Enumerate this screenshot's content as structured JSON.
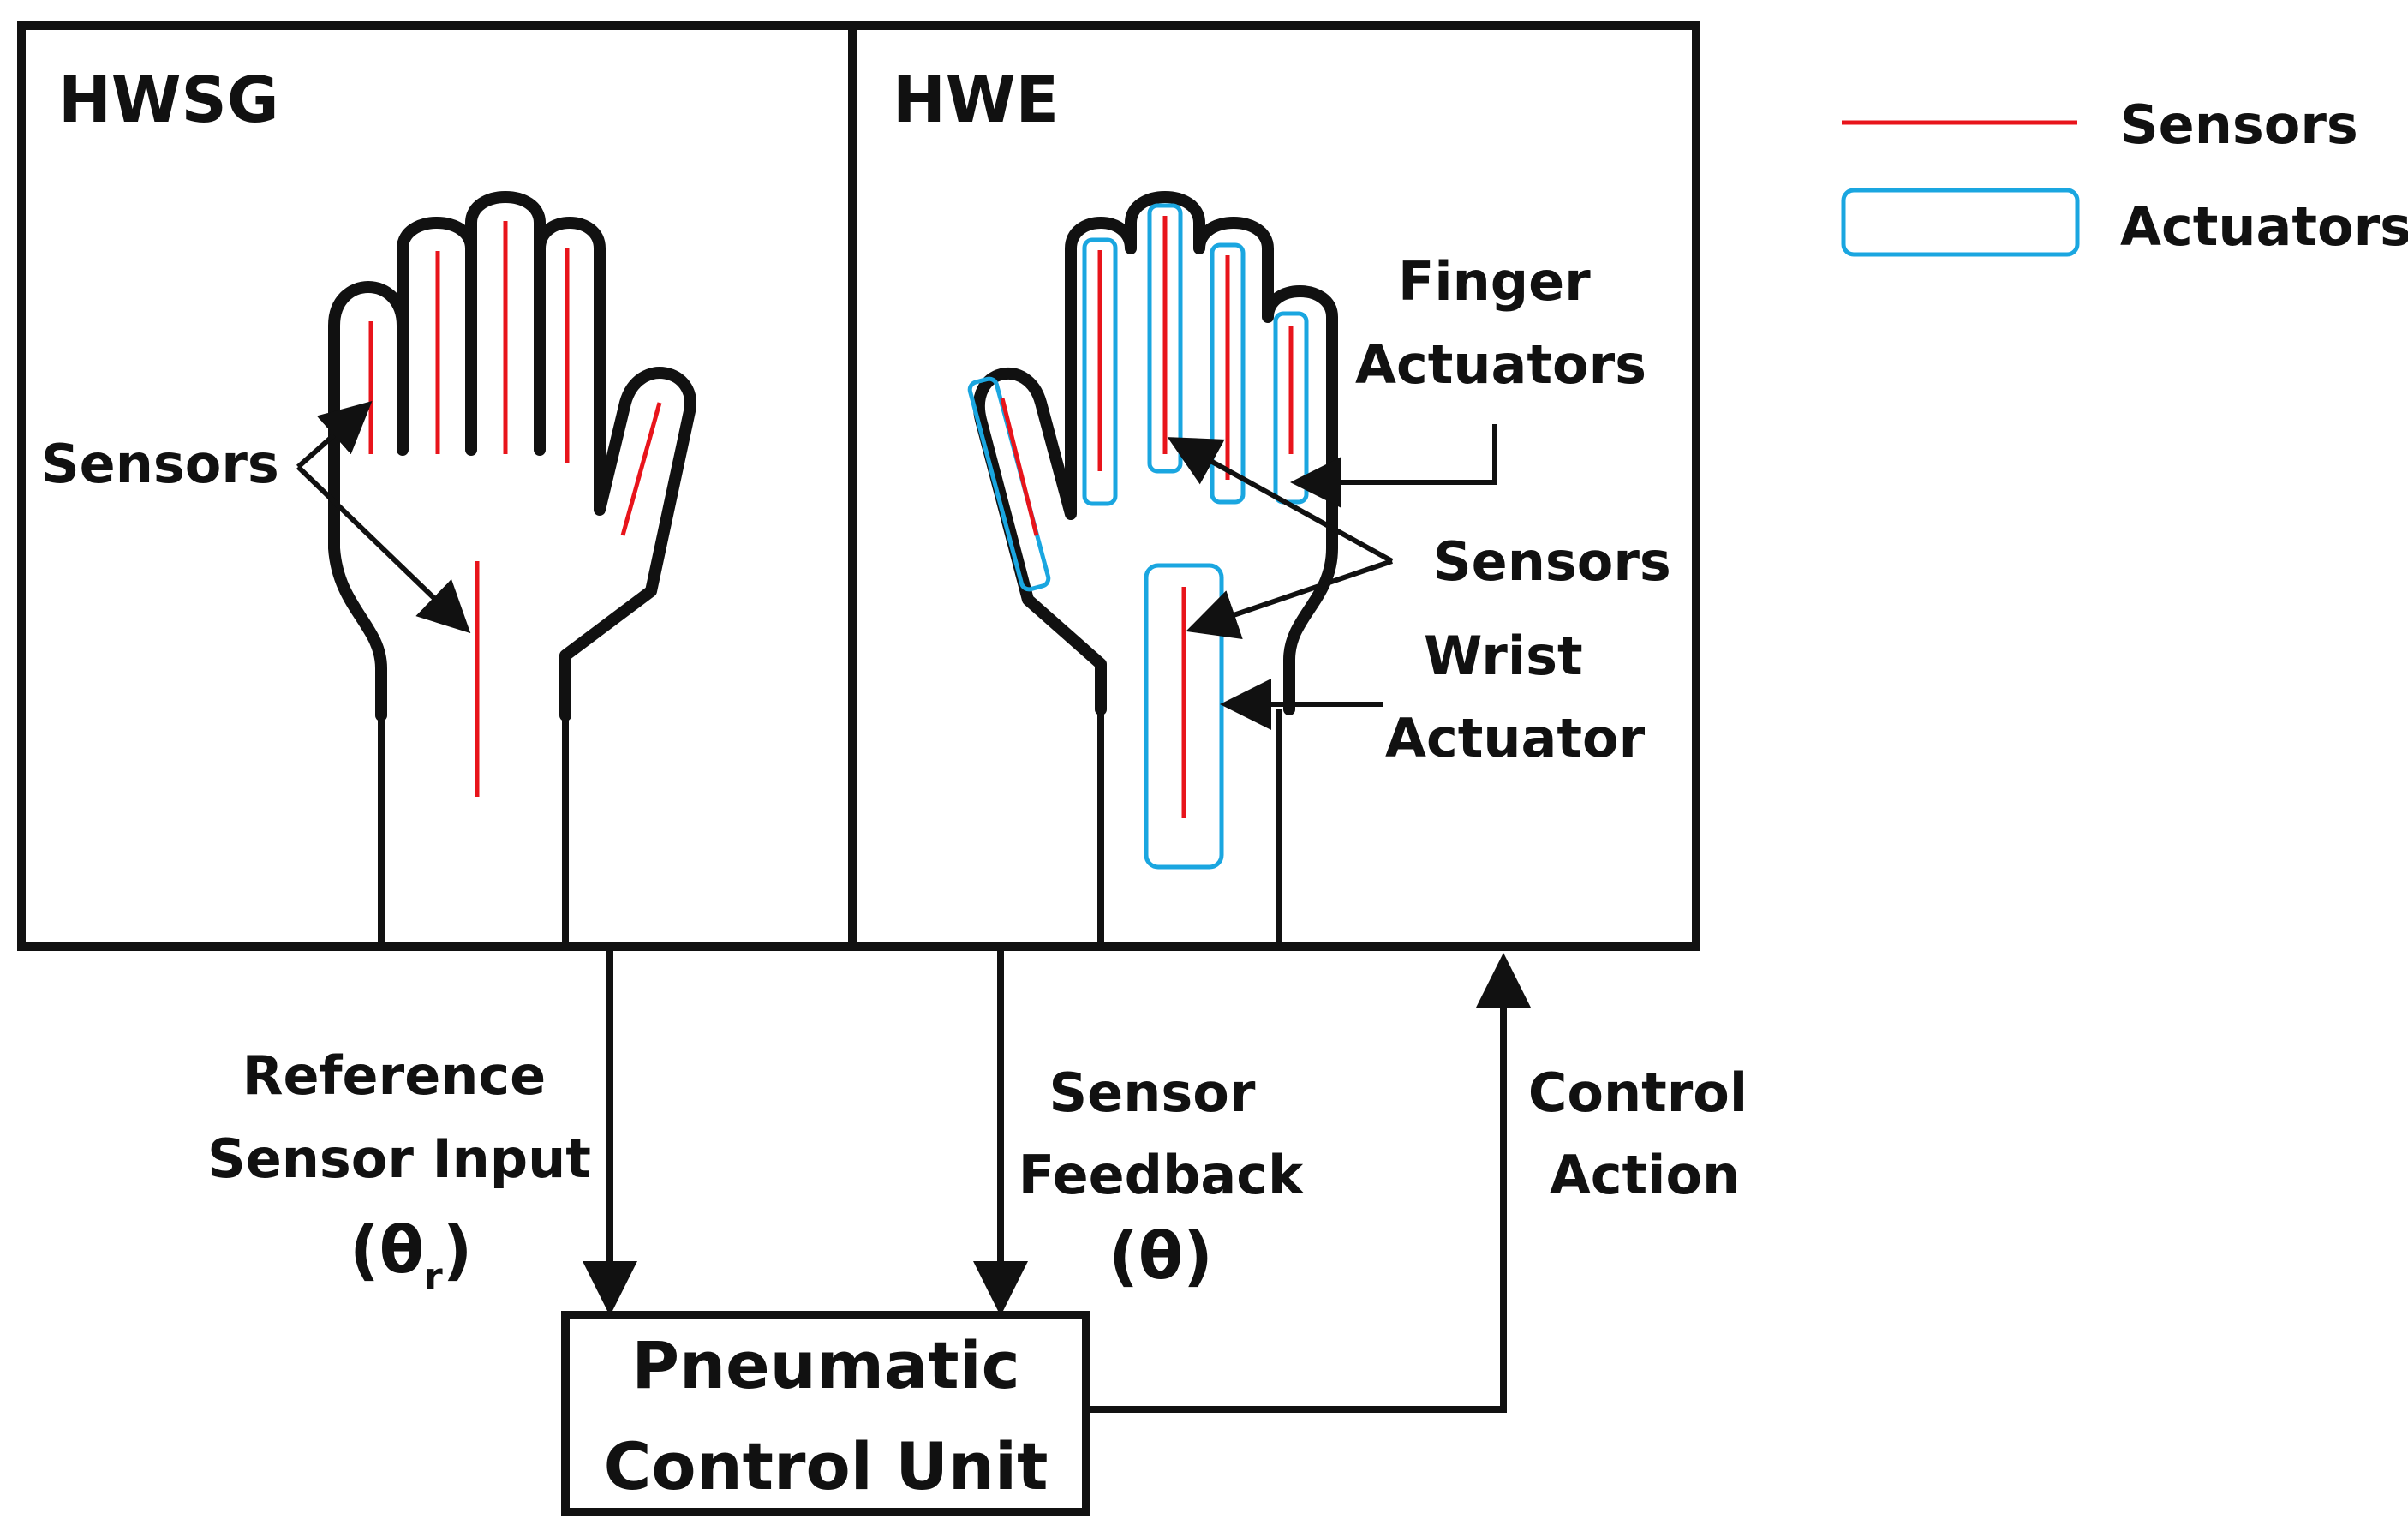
{
  "colors": {
    "sensor": "#e8141b",
    "actuator": "#1aa6e0",
    "outline": "#111111",
    "background": "#ffffff"
  },
  "panels": {
    "left_title": "HWSG",
    "right_title": "HWE"
  },
  "legend": {
    "sensors": "Sensors",
    "actuators": "Actuators"
  },
  "annotations": {
    "left_sensors": "Sensors",
    "finger_actuators_line1": "Finger",
    "finger_actuators_line2": "Actuators",
    "right_sensors": "Sensors",
    "wrist_actuator_line1": "Wrist",
    "wrist_actuator_line2": "Actuator"
  },
  "signals": {
    "reference_line1": "Reference",
    "reference_line2": "Sensor Input",
    "reference_symbol": "(θ",
    "reference_subscript": "r",
    "reference_close": ")",
    "feedback_line1": "Sensor",
    "feedback_line2": "Feedback",
    "feedback_symbol": "(θ)",
    "control_line1": "Control",
    "control_line2": "Action"
  },
  "control_unit": {
    "line1": "Pneumatic",
    "line2": "Control Unit"
  }
}
